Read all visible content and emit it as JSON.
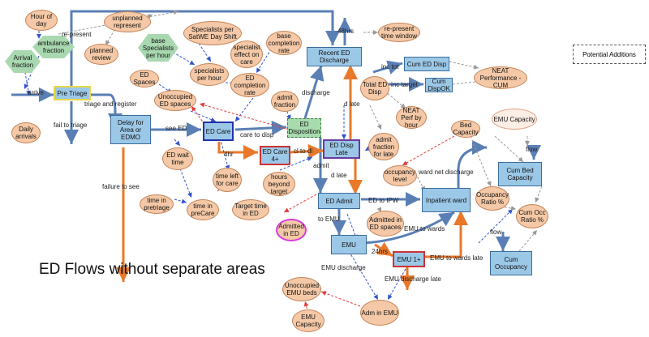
{
  "title": "ED Flows without separate areas",
  "legend": "Potential Additions",
  "colors": {
    "stock": "#9cc8e8",
    "aux": "#f5c9a7",
    "hex": "#a9d8b0",
    "flow": "#5a7fb5",
    "orange": "#e8782a",
    "red": "#e23a3a",
    "dashblue": "#3355cc",
    "gray": "#999999"
  },
  "nodes": {
    "hour_of_day": "Hour of day",
    "ambulance_fraction": "ambulance fraction",
    "arrival_fraction": "Arrival fraction",
    "daily_arrivals": "Daily arrivals",
    "unplanned_represent": "unplanned represent",
    "planned_review": "planned review",
    "base_specialists": "base Specialists per hour",
    "specialists_satwe": "Specialists per SatWE Day Shift",
    "specialist_effect": "specialist effect on care",
    "base_completion": "base completion rate",
    "specialists_per_hour": "specialists per hour",
    "ed_completion_rate": "ED completion rate",
    "ed_spaces": "ED Spaces",
    "unoccupied_ed": "Unoccupied ED spaces",
    "admit_fraction": "admit fraction",
    "recent_ed_discharge": "Recent ED Discharge",
    "represent_window": "re-present time window",
    "cum_ed_disp": "Cum ED Disp",
    "cum_dispok": "Cum DispOK",
    "neat_cum": "NEAT Performance - CUM",
    "total_ed_disp": "Total ED Disp",
    "neat_hour": "NEAT Perf by hour",
    "pre_triage": "Pre Triage",
    "delay_for_area": "Delay for Area or EDMO",
    "ed_care": "ED Care",
    "ed_disposition": "ED Disposition",
    "ed_wait_time": "ED wait time",
    "time_left_care": "time left for care",
    "ed_care_4": "ED Care 4+",
    "ed_disp_late": "ED Disp Late",
    "admit_late": "admit fraction for late",
    "hours_beyond": "hours beyond target",
    "time_pretriage": "time in pretriage",
    "time_precare": "time in preCare",
    "target_time": "Target time in ED",
    "admitted_ed": "Admitted in ED",
    "ed_admit": "ED Admit",
    "admitted_ed_spaces": "Admitted in ED spaces",
    "occupancy_level": "occupancy level",
    "bed_capacity": "Bed Capacity",
    "inpatient_ward": "Inpatient ward",
    "emu_capacity_top": "EMU Capacity",
    "cum_bed_capacity": "Cum Bed Capacity",
    "occupancy_ratio": "Occupancy Ratio %",
    "cum_occ_ratio": "Cum Occ Ratio %",
    "cum_occupancy": "Cum Occupancy",
    "emu": "EMU",
    "emu_1": "EMU 1+",
    "unoccupied_emu": "Unoccupied EMU beds",
    "emu_capacity": "EMU Capacity",
    "adm_in_emu": "Adm in EMU"
  },
  "labels": {
    "re_present": "re-present",
    "arrive": "arrive",
    "triage_register": "triage and register",
    "fail_triage": "fail to triage",
    "failure_see": "failure to see",
    "see_ed": "see ED",
    "care_to_disp": "care to disp",
    "four_hr": "4hr",
    "cl_to_dl": "cl to dl",
    "admit": "admit",
    "discharge": "discharge",
    "dlate": "d late",
    "hrs48": "48hrs",
    "inc_tot": "inc tot",
    "inc_target": "inc target",
    "ward_net": "ward net discharge",
    "ed_to_ipw": "ED to IPW",
    "dlate2": "d late",
    "to_emu": "to EMU",
    "emu_to_wards": "EMU to wards",
    "hrs24": "24hrs",
    "emu_to_wards_late": "EMU to wards late",
    "emu_discharge": "EMU discharge",
    "emu_discharge_late": "EMU discharge late",
    "flow1": "flow",
    "flow2": "flow"
  }
}
